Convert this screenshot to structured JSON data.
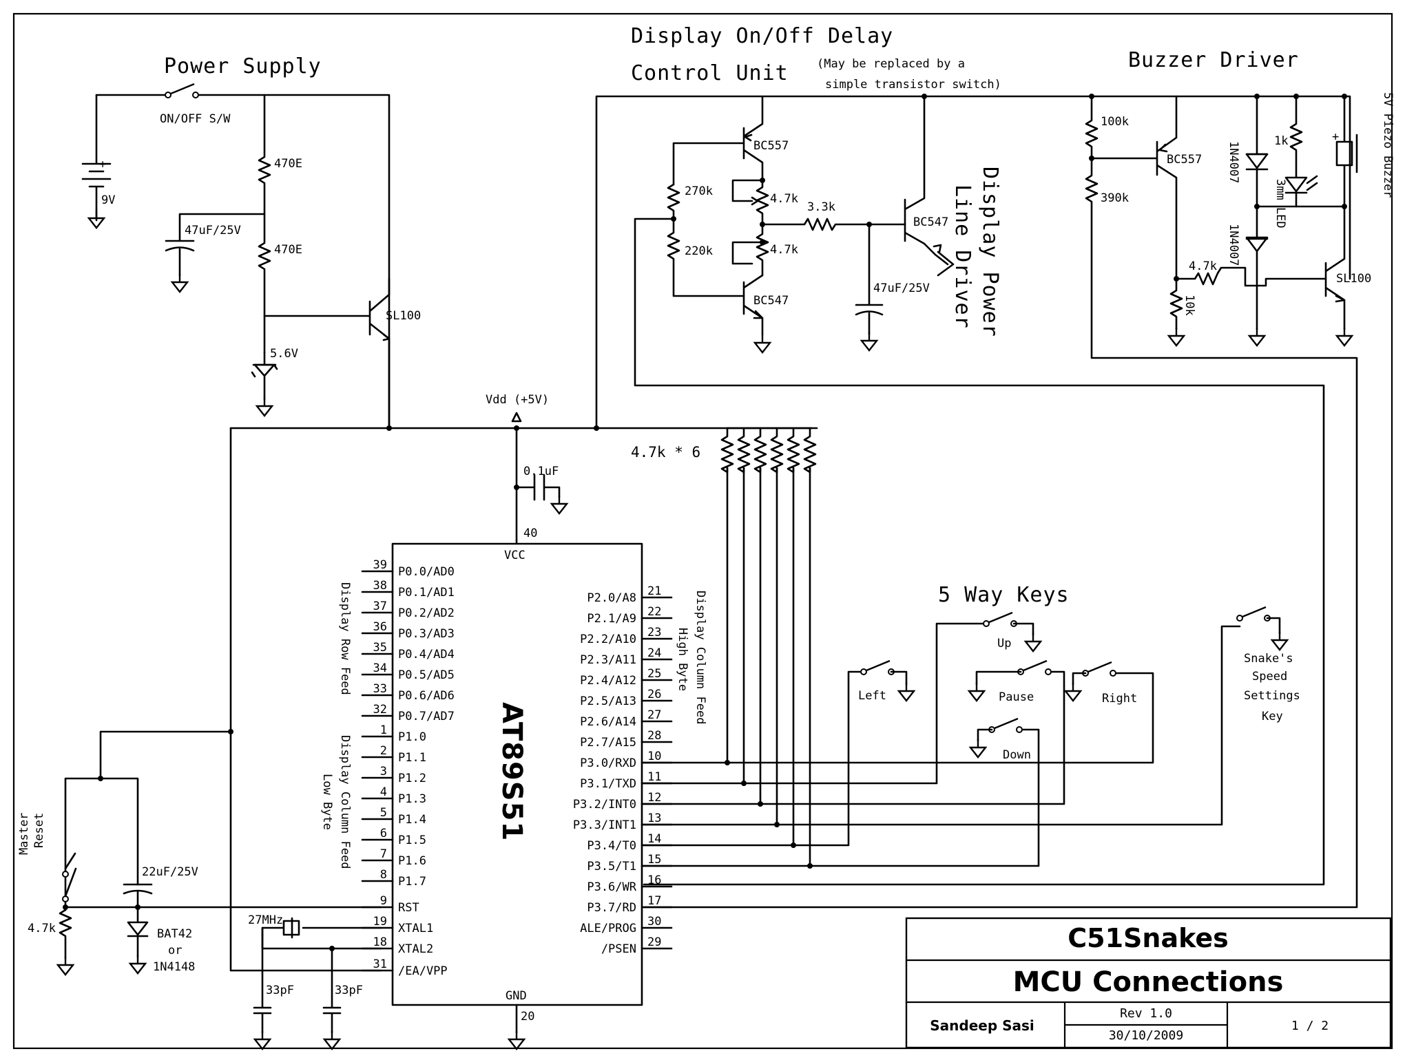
{
  "headings": {
    "power_supply": "Power Supply",
    "display_delay_line1": "Display On/Off Delay",
    "display_delay_line2": "Control Unit",
    "replace_note_line1": "(May be replaced by a",
    "replace_note_line2": "simple transistor switch)",
    "buzzer_driver": "Buzzer Driver",
    "display_power_line1": "Display Power",
    "display_power_line2": "Line Driver",
    "five_way_keys": "5 Way Keys"
  },
  "power_supply": {
    "switch": "ON/OFF S/W",
    "battery": "9V",
    "battery_plus": "+",
    "r1": "470E",
    "r2": "470E",
    "cap": "47uF/25V",
    "zener": "5.6V",
    "transistor": "SL100"
  },
  "delay_unit": {
    "q_top": "BC557",
    "q_bottom": "BC547",
    "r_top": "270k",
    "r_bottom": "220k",
    "pot_top": "4.7k",
    "pot_bottom": "4.7k",
    "r_series": "3.3k",
    "q_driver": "BC547",
    "cap": "47uF/25V"
  },
  "buzzer": {
    "r1": "100k",
    "r2": "390k",
    "q1": "BC557",
    "d1": "1N4007",
    "d2": "1N4007",
    "r_led": "1k",
    "led": "3mm LED",
    "buzzer": "5V Piezo Buzzer",
    "r_base": "4.7k",
    "r_pull": "10k",
    "q2": "SL100"
  },
  "mcu": {
    "vdd": "Vdd (+5V)",
    "decoupling": "0.1uF",
    "pullups": "4.7k * 6",
    "chip_name": "AT89S51",
    "vcc_label": "VCC",
    "vcc_pin": "40",
    "gnd_label": "GND",
    "gnd_pin": "20",
    "left_pins": [
      {
        "num": "39",
        "name": "P0.0/AD0"
      },
      {
        "num": "38",
        "name": "P0.1/AD1"
      },
      {
        "num": "37",
        "name": "P0.2/AD2"
      },
      {
        "num": "36",
        "name": "P0.3/AD3"
      },
      {
        "num": "35",
        "name": "P0.4/AD4"
      },
      {
        "num": "34",
        "name": "P0.5/AD5"
      },
      {
        "num": "33",
        "name": "P0.6/AD6"
      },
      {
        "num": "32",
        "name": "P0.7/AD7"
      },
      {
        "num": "1",
        "name": "P1.0"
      },
      {
        "num": "2",
        "name": "P1.1"
      },
      {
        "num": "3",
        "name": "P1.2"
      },
      {
        "num": "4",
        "name": "P1.3"
      },
      {
        "num": "5",
        "name": "P1.4"
      },
      {
        "num": "6",
        "name": "P1.5"
      },
      {
        "num": "7",
        "name": "P1.6"
      },
      {
        "num": "8",
        "name": "P1.7"
      },
      {
        "num": "9",
        "name": "RST"
      },
      {
        "num": "19",
        "name": "XTAL1"
      },
      {
        "num": "18",
        "name": "XTAL2"
      },
      {
        "num": "31",
        "name": "/EA/VPP"
      }
    ],
    "right_pins": [
      {
        "num": "21",
        "name": "P2.0/A8"
      },
      {
        "num": "22",
        "name": "P2.1/A9"
      },
      {
        "num": "23",
        "name": "P2.2/A10"
      },
      {
        "num": "24",
        "name": "P2.3/A11"
      },
      {
        "num": "25",
        "name": "P2.4/A12"
      },
      {
        "num": "26",
        "name": "P2.5/A13"
      },
      {
        "num": "27",
        "name": "P2.6/A14"
      },
      {
        "num": "28",
        "name": "P2.7/A15"
      },
      {
        "num": "10",
        "name": "P3.0/RXD"
      },
      {
        "num": "11",
        "name": "P3.1/TXD"
      },
      {
        "num": "12",
        "name": "P3.2/INT0"
      },
      {
        "num": "13",
        "name": "P3.3/INT1"
      },
      {
        "num": "14",
        "name": "P3.4/T0"
      },
      {
        "num": "15",
        "name": "P3.5/T1"
      },
      {
        "num": "16",
        "name": "P3.6/WR"
      },
      {
        "num": "17",
        "name": "P3.7/RD"
      },
      {
        "num": "30",
        "name": "ALE/PROG"
      },
      {
        "num": "29",
        "name": "/PSEN"
      }
    ],
    "row_feed": "Display Row Feed",
    "col_low_1": "Display Column Feed",
    "col_low_2": "Low Byte",
    "col_high_1": "Display Column Feed",
    "col_high_2": "High Byte"
  },
  "reset": {
    "switch_line1": "Master",
    "switch_line2": "Reset",
    "resistor": "4.7k",
    "cap": "22uF/25V",
    "diode_line1": "BAT42",
    "diode_line2": "or",
    "diode_line3": "1N4148"
  },
  "crystal": {
    "freq": "27MHz",
    "c1": "33pF",
    "c2": "33pF"
  },
  "keys": {
    "up": "Up",
    "left": "Left",
    "pause": "Pause",
    "right": "Right",
    "down": "Down",
    "speed_line1": "Snake's",
    "speed_line2": "Speed",
    "speed_line3": "Settings",
    "speed_line4": "Key"
  },
  "title_block": {
    "project": "C51Snakes",
    "sheet_title": "MCU Connections",
    "author": "Sandeep Sasi",
    "rev": "Rev 1.0",
    "date": "30/10/2009",
    "page": "1 / 2"
  }
}
